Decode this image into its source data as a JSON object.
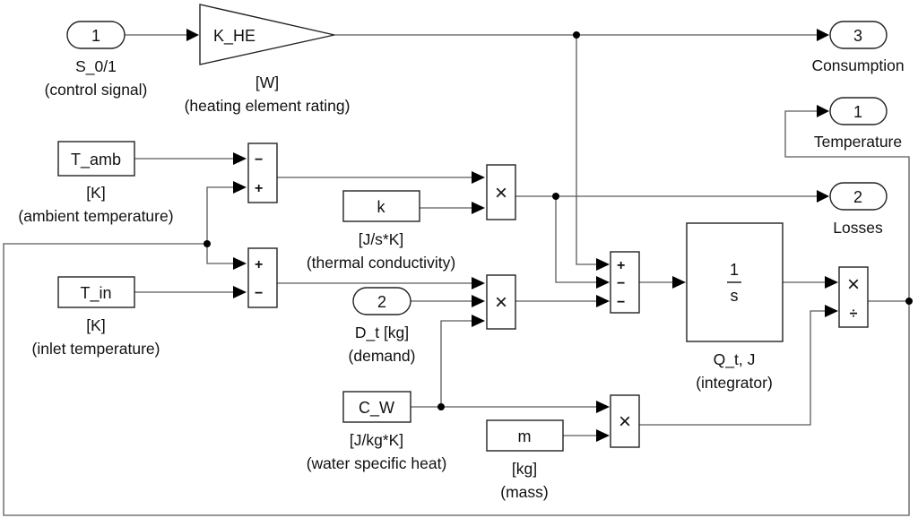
{
  "diagram": {
    "inports": [
      {
        "id": "in-control",
        "number": "1",
        "label_lines": [
          "S_0/1",
          "(control signal)"
        ]
      },
      {
        "id": "in-demand",
        "number": "2",
        "label_lines": [
          "D_t [kg]",
          "(demand)"
        ]
      }
    ],
    "outports": [
      {
        "id": "out-consumption",
        "number": "3",
        "label_lines": [
          "Consumption"
        ]
      },
      {
        "id": "out-temperature",
        "number": "1",
        "label_lines": [
          "Temperature"
        ]
      },
      {
        "id": "out-losses",
        "number": "2",
        "label_lines": [
          "Losses"
        ]
      }
    ],
    "gain": {
      "text": "K_HE",
      "label_lines": [
        "[W]",
        "(heating element rating)"
      ]
    },
    "constants": [
      {
        "id": "t-amb",
        "text": "T_amb",
        "label_lines": [
          "[K]",
          "(ambient temperature)"
        ]
      },
      {
        "id": "t-in",
        "text": "T_in",
        "label_lines": [
          "[K]",
          "(inlet temperature)"
        ]
      },
      {
        "id": "k",
        "text": "k",
        "label_lines": [
          "[J/s*K]",
          "(thermal conductivity)"
        ]
      },
      {
        "id": "c-w",
        "text": "C_W",
        "label_lines": [
          "[J/kg*K]",
          "(water specific heat)"
        ]
      },
      {
        "id": "m",
        "text": "m",
        "label_lines": [
          "[kg]",
          "(mass)"
        ]
      }
    ],
    "sum_blocks": [
      {
        "id": "sum-ambient",
        "signs": [
          "−",
          "+"
        ]
      },
      {
        "id": "sum-inlet",
        "signs": [
          "+",
          "−"
        ]
      },
      {
        "id": "sum-heat",
        "signs": [
          "+",
          "−",
          "−"
        ]
      }
    ],
    "product_blocks": [
      {
        "id": "prod-losses",
        "symbol": "×"
      },
      {
        "id": "prod-demand",
        "symbol": "×"
      },
      {
        "id": "prod-capacity",
        "symbol": "×"
      },
      {
        "id": "divide",
        "symbol": "×",
        "symbol2": "÷"
      }
    ],
    "integrator": {
      "numerator": "1",
      "denominator": "s",
      "label_lines": [
        "Q_t, J",
        "(integrator)"
      ]
    }
  }
}
